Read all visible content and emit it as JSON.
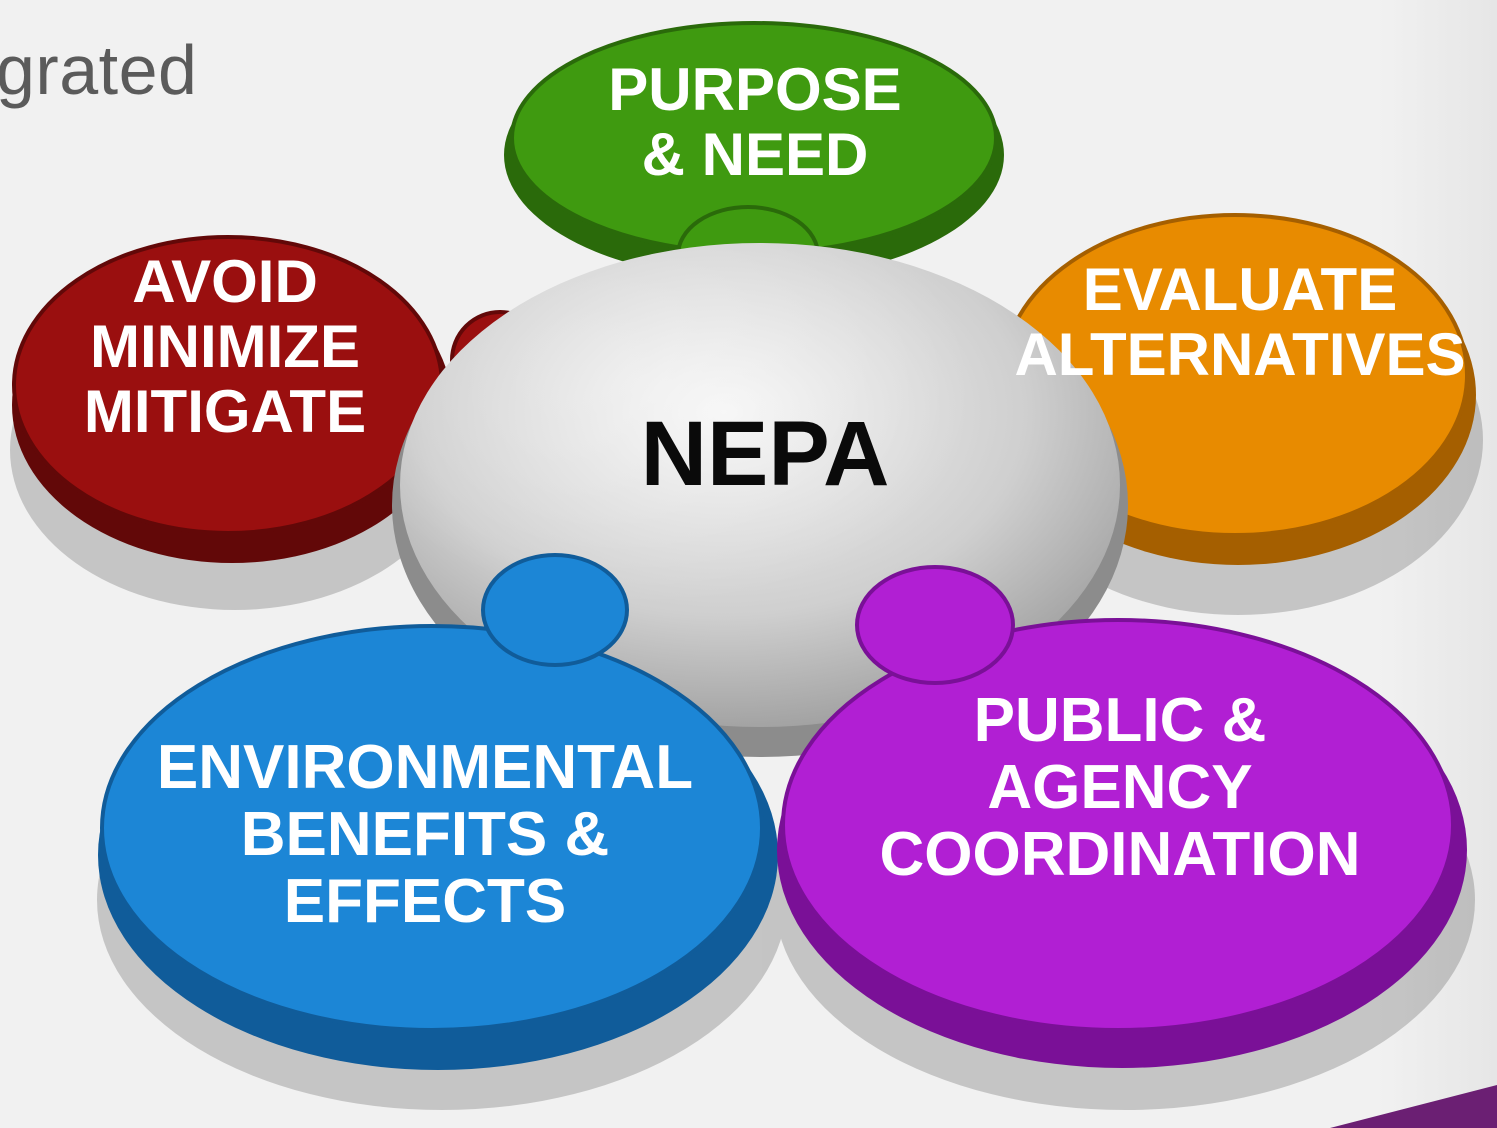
{
  "heading_fragment": "grated",
  "center": {
    "label": "NEPA",
    "color": "#c9c9c9"
  },
  "pieces": [
    {
      "id": "purpose",
      "label": "PURPOSE\n& NEED",
      "color": "#3f9a10",
      "dark": "#2a6a0a"
    },
    {
      "id": "alternatives",
      "label": "EVALUATE\nALTERNATIVES",
      "color": "#e88b00",
      "dark": "#a55f00"
    },
    {
      "id": "coordination",
      "label": "PUBLIC &\nAGENCY\nCOORDINATION",
      "color": "#b11fd3",
      "dark": "#7a1097"
    },
    {
      "id": "effects",
      "label": "ENVIRONMENTAL\nBENEFITS &\nEFFECTS",
      "color": "#1c86d6",
      "dark": "#105c9a"
    },
    {
      "id": "mitigate",
      "label": "AVOID\nMINIMIZE\nMITIGATE",
      "color": "#9a0f0f",
      "dark": "#620808"
    }
  ],
  "accent_color": "#6b1f73"
}
